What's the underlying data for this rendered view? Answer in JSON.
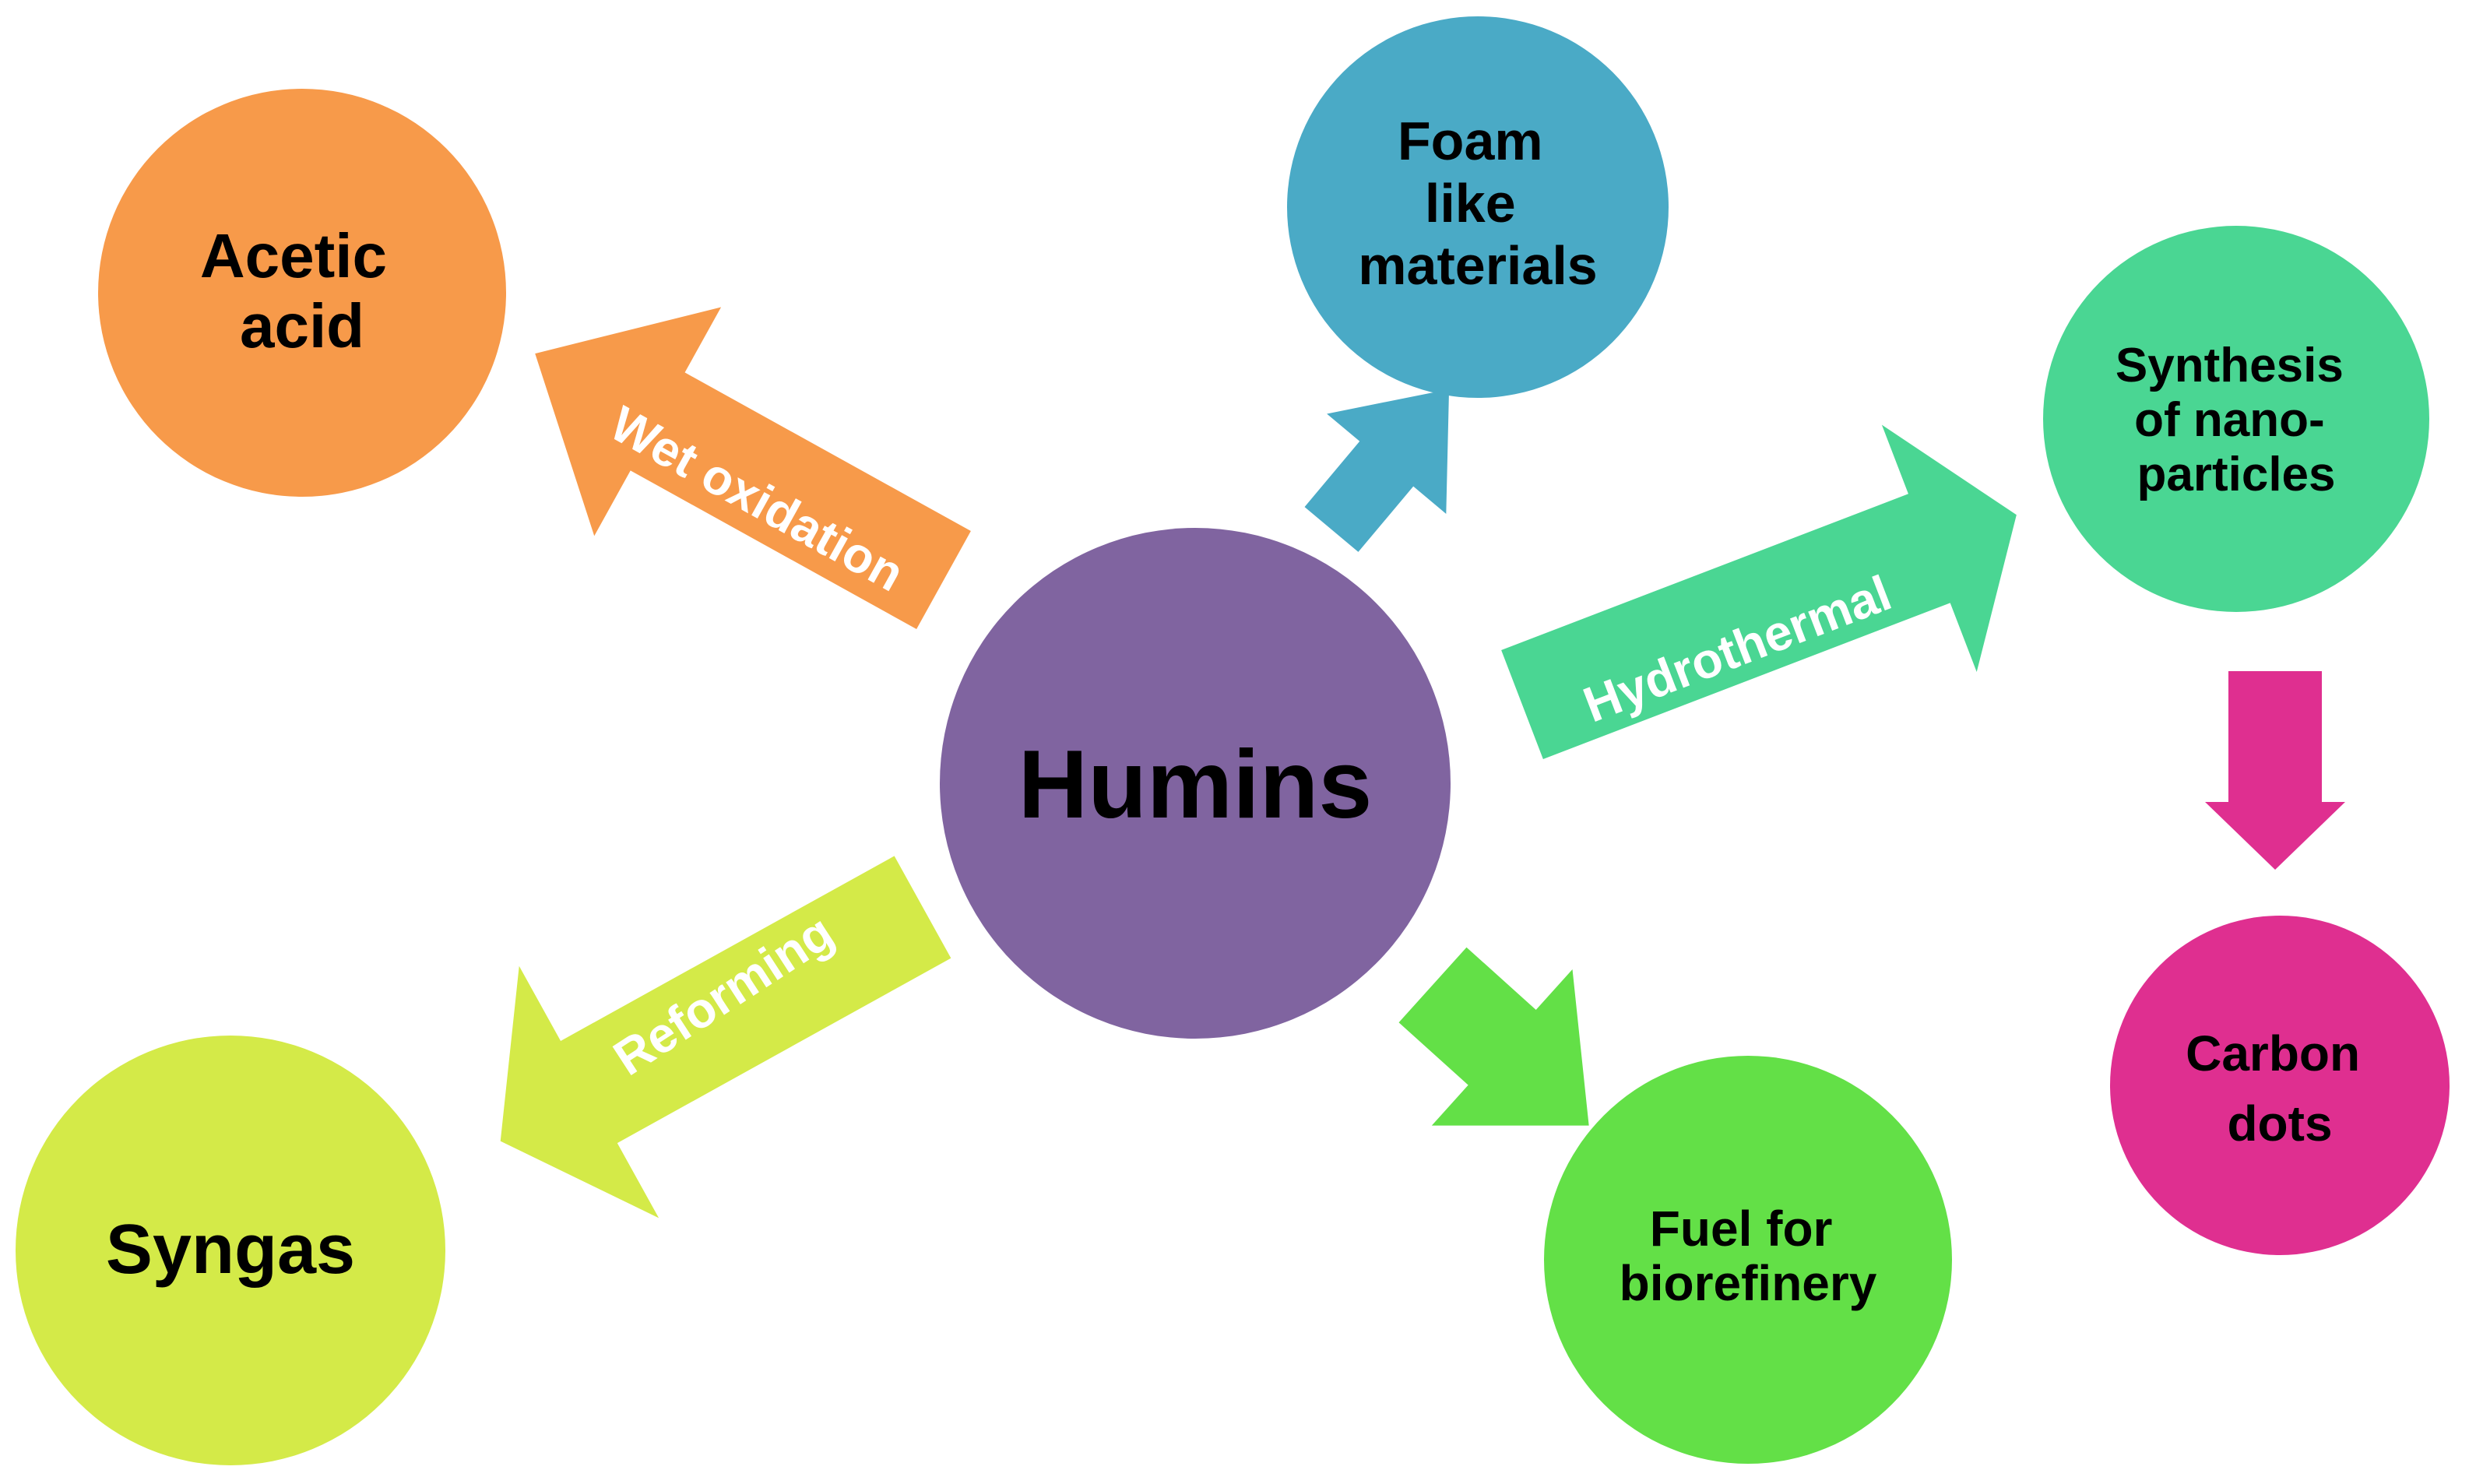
{
  "diagram": {
    "center": {
      "label": "Humins",
      "color": "#8064a0"
    },
    "nodes": {
      "acetic_acid": {
        "lines": [
          "Acetic",
          "acid"
        ],
        "color": "#f79a4a"
      },
      "foam": {
        "lines": [
          "Foam",
          "like",
          "materials"
        ],
        "color": "#4aaac6"
      },
      "nanoparticles": {
        "lines": [
          "Synthesis",
          "of nano-",
          "particles"
        ],
        "color": "#4ad693"
      },
      "carbon_dots": {
        "lines": [
          "Carbon",
          "dots"
        ],
        "color": "#df2f90"
      },
      "fuel": {
        "lines": [
          "Fuel for",
          "biorefinery"
        ],
        "color": "#63e047"
      },
      "syngas": {
        "lines": [
          "Syngas"
        ],
        "color": "#d4ea48"
      }
    },
    "arrows": {
      "wet_oxidation": {
        "label": "Wet oxidation",
        "color": "#f79a4a"
      },
      "foam_arrow": {
        "label": "",
        "color": "#4aaac6"
      },
      "hydrothermal": {
        "label": "Hydrothermal",
        "color": "#4ad693"
      },
      "down_arrow": {
        "label": "",
        "color": "#df2f90"
      },
      "fuel_arrow": {
        "label": "",
        "color": "#63e047"
      },
      "reforming": {
        "label": "Reforming",
        "color": "#d4ea48"
      }
    }
  }
}
